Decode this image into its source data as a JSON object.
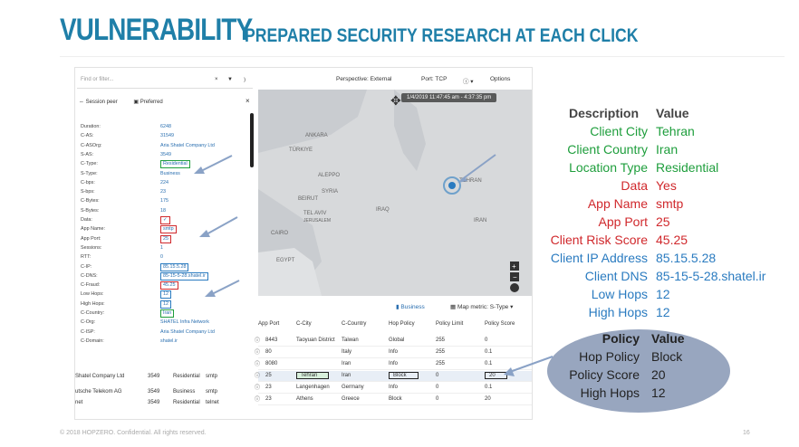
{
  "slide": {
    "title_main": "VULNERABILITY",
    "title_sub": "PREPARED SECURITY RESEARCH AT EACH CLICK",
    "footer": "© 2018 HOPZERO. Confidential. All rights reserved.",
    "page_number": "16"
  },
  "app": {
    "search_placeholder": "Find or filter...",
    "filter_icon": "filter-icon",
    "session_peer_label": "Session peer",
    "preferred_label": "Preferred",
    "close_symbol": "×",
    "perspective_label": "Perspective: External",
    "port_label": "Port: TCP",
    "options_label": "Options",
    "date_range": "1/4/2019 11:47:45 am - 4:37:35 pm",
    "business_tab": "Business",
    "map_metric": "Map metric: S-Type",
    "map_labels": [
      "ANKARA",
      "TÜRKIYE",
      "ALEPPO",
      "SYRIA",
      "BEIRUT",
      "TEL AVIV",
      "JERUSALEM",
      "CAIRO",
      "EGYPT",
      "IRAQ",
      "TEHRAN",
      "IRAN"
    ]
  },
  "details": [
    {
      "k": "Duration:",
      "v": "6248"
    },
    {
      "k": "C-AS:",
      "v": "31549"
    },
    {
      "k": "C-ASOrg:",
      "v": "Aria Shatel Company Ltd"
    },
    {
      "k": "S-AS:",
      "v": "3549"
    },
    {
      "k": "C-Type:",
      "v": "Residential"
    },
    {
      "k": "S-Type:",
      "v": "Business"
    },
    {
      "k": "C-bps:",
      "v": "224"
    },
    {
      "k": "S-bps:",
      "v": "23"
    },
    {
      "k": "C-Bytes:",
      "v": "175"
    },
    {
      "k": "S-Bytes:",
      "v": "18"
    },
    {
      "k": "Data:",
      "v": "✓"
    },
    {
      "k": "App Name:",
      "v": "smtp"
    },
    {
      "k": "App Port:",
      "v": "25"
    },
    {
      "k": "Sessions:",
      "v": "1"
    },
    {
      "k": "RTT:",
      "v": "0"
    },
    {
      "k": "C-IP:",
      "v": "85.15.5.28"
    },
    {
      "k": "C-DNS:",
      "v": "85-15-5-28.shatel.ir"
    },
    {
      "k": "C-Fraud:",
      "v": "45.25"
    },
    {
      "k": "Low Hops:",
      "v": "12"
    },
    {
      "k": "High Hops:",
      "v": "12"
    },
    {
      "k": "C-Country:",
      "v": "Iran"
    },
    {
      "k": "C-Org:",
      "v": "SHATEL Infra Network"
    },
    {
      "k": "C-ISP:",
      "v": "Aria Shatel Company Ltd"
    },
    {
      "k": "C-Domain:",
      "v": "shatel.ir"
    }
  ],
  "table": {
    "headers": [
      "App Port",
      "C-City",
      "C-Country",
      "Hop Policy",
      "Policy Limit",
      "Policy Score"
    ],
    "left_rows": [
      {
        "org": "Shatel Company Ltd",
        "as": "3549",
        "type": "Residential",
        "app": "smtp"
      },
      {
        "org": "utsche Telekom AG",
        "as": "3549",
        "type": "Business",
        "app": "smtp"
      },
      {
        "org": "net",
        "as": "3549",
        "type": "Residential",
        "app": "telnet"
      }
    ],
    "rows": [
      [
        "8443",
        "Taoyuan District",
        "Taiwan",
        "Global",
        "255",
        "0"
      ],
      [
        "80",
        "",
        "Italy",
        "Info",
        "255",
        "0.1"
      ],
      [
        "8080",
        "",
        "Iran",
        "Info",
        "255",
        "0.1"
      ],
      [
        "25",
        "Tehran",
        "Iran",
        "Block",
        "0",
        "20"
      ],
      [
        "23",
        "Langenhagen",
        "Germany",
        "Info",
        "0",
        "0.1"
      ],
      [
        "23",
        "Athens",
        "Greece",
        "Block",
        "0",
        "20"
      ]
    ]
  },
  "description": {
    "header_label": "Description",
    "header_value": "Value",
    "rows": [
      {
        "label": "Client City",
        "value": "Tehran",
        "color": "green"
      },
      {
        "label": "Client Country",
        "value": "Iran",
        "color": "green"
      },
      {
        "label": "Location Type",
        "value": "Residential",
        "color": "green"
      },
      {
        "label": "Data",
        "value": "Yes",
        "color": "red"
      },
      {
        "label": "App Name",
        "value": "smtp",
        "color": "red"
      },
      {
        "label": "App Port",
        "value": "25",
        "color": "red"
      },
      {
        "label": "Client Risk Score",
        "value": "45.25",
        "color": "red"
      },
      {
        "label": "Client IP Address",
        "value": "85.15.5.28",
        "color": "blue"
      },
      {
        "label": "Client DNS",
        "value": "85-15-5-28.shatel.ir",
        "color": "blue"
      },
      {
        "label": "Low Hops",
        "value": "12",
        "color": "blue"
      },
      {
        "label": "High Hops",
        "value": "12",
        "color": "blue"
      }
    ]
  },
  "policy": {
    "header_label": "Policy",
    "header_value": "Value",
    "rows": [
      {
        "label": "Hop Policy",
        "value": "Block"
      },
      {
        "label": "Policy Score",
        "value": "20"
      },
      {
        "label": "High Hops",
        "value": "12"
      }
    ]
  },
  "colors": {
    "title": "#1f7fa8",
    "green": "#1e9e3c",
    "red": "#d0282c",
    "blue": "#2a7bc0",
    "ellipse": "#98a6bf"
  }
}
